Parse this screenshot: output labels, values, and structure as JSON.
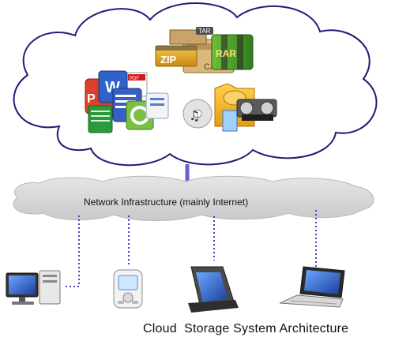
{
  "network": {
    "label": "Network Infrastructure (mainly Internet)"
  },
  "caption": "Cloud  Storage System Architecture",
  "archives": {
    "zip": "ZIP",
    "tar": "TAR",
    "rar": "RAR",
    "cab": "CAB"
  },
  "office_docs": {
    "pdf": "PDF",
    "word": "W",
    "powerpoint": "P"
  },
  "colors": {
    "cloud_outline": "#1e1e78",
    "network_fill": "#d6d6d6",
    "link_dotted": "#4a3fc0",
    "link_solid": "#6a62c8"
  },
  "devices": [
    "desktop-computer-icon",
    "handheld-device-icon",
    "tablet-icon",
    "laptop-icon"
  ]
}
